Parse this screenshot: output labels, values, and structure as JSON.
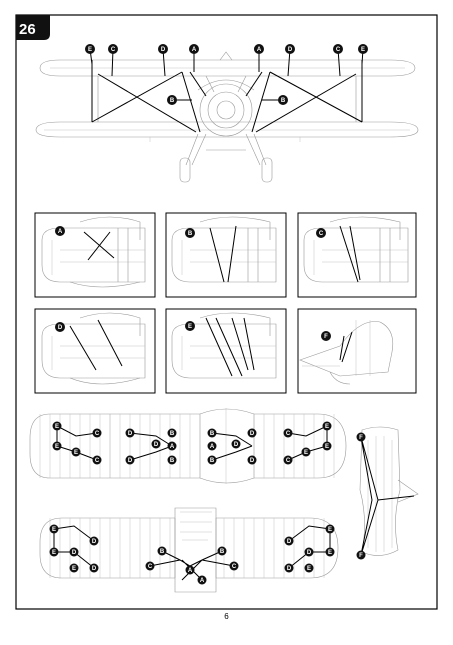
{
  "step": {
    "number": "26"
  },
  "page": {
    "number": "6"
  },
  "main_view": {
    "callouts_left": [
      "E",
      "C",
      "D",
      "A"
    ],
    "callouts_right": [
      "A",
      "D",
      "C",
      "E"
    ],
    "side_callouts": [
      "B",
      "B"
    ]
  },
  "detail_panels": [
    {
      "label": "A"
    },
    {
      "label": "B"
    },
    {
      "label": "C"
    },
    {
      "label": "D"
    },
    {
      "label": "E"
    },
    {
      "label": "F"
    }
  ],
  "wing_plan_top": {
    "left_outer": [
      "E",
      "E",
      "E",
      "C",
      "C"
    ],
    "left_inner": [
      "D",
      "D",
      "D",
      "B",
      "A",
      "B"
    ],
    "right_inner": [
      "B",
      "B",
      "A",
      "D",
      "D",
      "D"
    ],
    "right_outer": [
      "C",
      "C",
      "E",
      "E",
      "E"
    ]
  },
  "wing_plan_bottom": {
    "left_outer": [
      "E",
      "D",
      "E",
      "D",
      "E",
      "D"
    ],
    "center": [
      "B",
      "C",
      "A",
      "B",
      "C",
      "A"
    ],
    "right_outer": [
      "D",
      "E",
      "D",
      "E",
      "D",
      "E"
    ]
  },
  "tail": {
    "labels": [
      "F",
      "F"
    ]
  }
}
